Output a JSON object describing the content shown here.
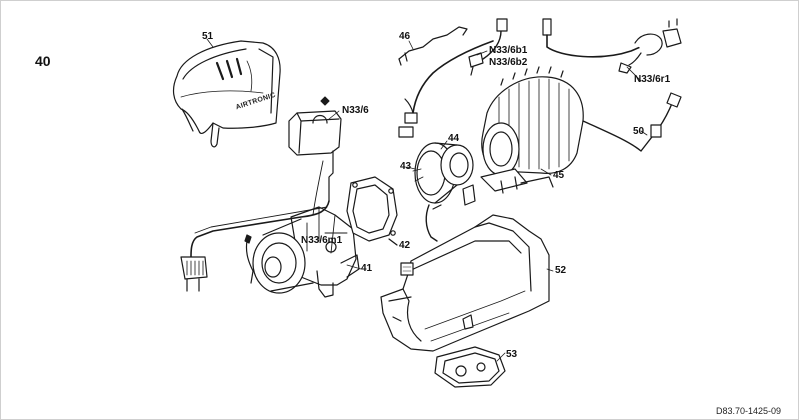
{
  "diagram": {
    "figure_number": "40",
    "document_code": "D83.70-1425-09",
    "cover_brand": "AIRTRONIC",
    "callouts": {
      "c51": "51",
      "c46": "46",
      "c_n33_6b1": "N33/6b1",
      "c_n33_6b2": "N33/6b2",
      "c_n33_6": "N33/6",
      "c44": "44",
      "c43": "43",
      "c45": "45",
      "c_n33_6r1": "N33/6r1",
      "c50": "50",
      "c_n33_6m1": "N33/6m1",
      "c42": "42",
      "c41": "41",
      "c52": "52",
      "c53": "53"
    }
  }
}
